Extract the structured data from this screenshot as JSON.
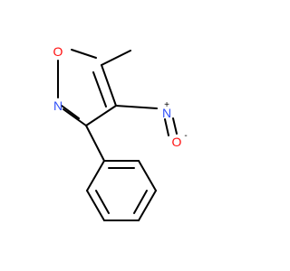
{
  "molecule": {
    "atoms": {
      "ring_oxygen": "O",
      "ring_nitrogen": "N",
      "nitro_nitrogen": "N",
      "nitro_oxygen": "O"
    },
    "charges": {
      "nitro_nitrogen_charge": "+",
      "nitro_oxygen_charge": "-"
    },
    "colors": {
      "oxygen": "#ff0d0d",
      "nitrogen": "#3050f8",
      "bond": "#000000",
      "background": "#ffffff"
    }
  }
}
